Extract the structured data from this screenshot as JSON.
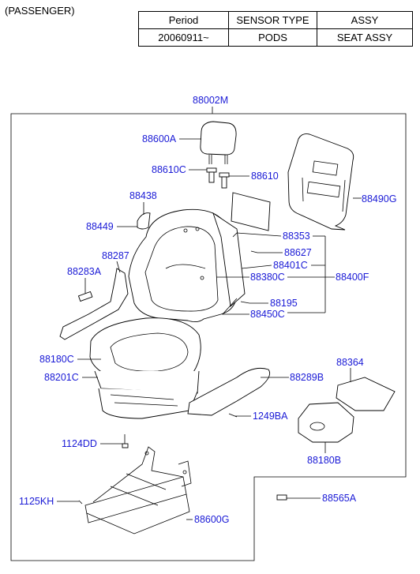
{
  "header": {
    "title": "(PASSENGER)"
  },
  "info_table": {
    "headers": [
      "Period",
      "SENSOR TYPE",
      "ASSY"
    ],
    "row": [
      "20060911~",
      "PODS",
      "SEAT ASSY"
    ]
  },
  "labels": {
    "assy": "88002M",
    "headrest": "88600A",
    "guide_l": "88610C",
    "guide_r": "88610",
    "back_cover": "88490G",
    "knob": "88438",
    "knob_screw": "88449",
    "side_cover": "88287",
    "side_cover2": "88283A",
    "pad_a": "88353",
    "clip": "88627",
    "back_frame": "88401C",
    "back_pad": "88380C",
    "back_assy": "88400F",
    "bolt": "88195",
    "back_cover2": "88450C",
    "cush_cover": "88180C",
    "cush_pad": "88201C",
    "shield": "88289B",
    "sensor": "88364",
    "screw": "1249BA",
    "bolt2": "1124DD",
    "sensor_mat": "88180B",
    "bolt3": "1125KH",
    "track": "88600G",
    "clip2": "88565A"
  }
}
